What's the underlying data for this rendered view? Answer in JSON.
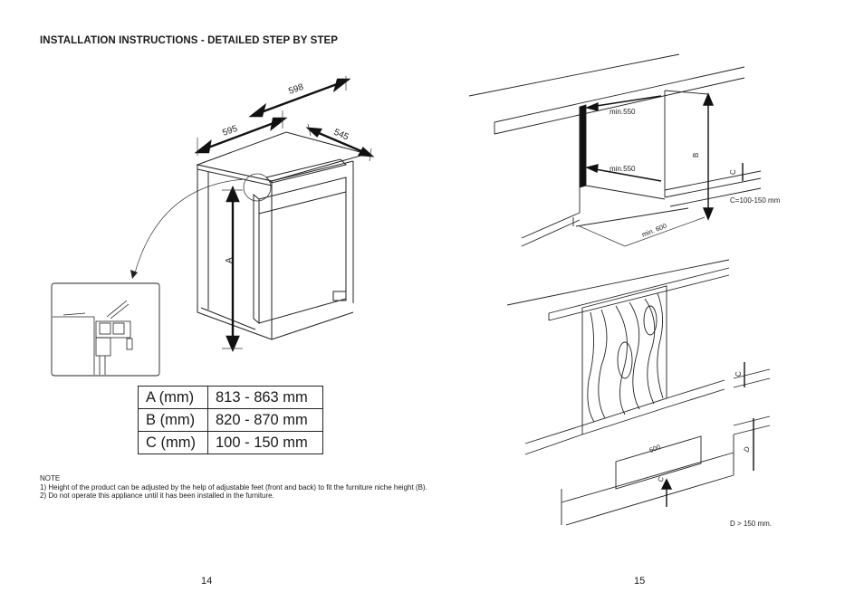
{
  "header": {
    "title": "INSTALLATION INSTRUCTIONS - DETAILED STEP BY STEP"
  },
  "left_figure": {
    "dim_width": "598",
    "dim_depth_top": "595",
    "dim_depth_side": "545",
    "dim_height": "A"
  },
  "table": {
    "rows": [
      {
        "label": "A (mm)",
        "value": "813 - 863 mm"
      },
      {
        "label": "B (mm)",
        "value": "820 - 870 mm"
      },
      {
        "label": "C (mm)",
        "value": "100 - 150 mm"
      }
    ]
  },
  "note": {
    "heading": "NOTE",
    "line1": "1) Height of the product can be adjusted by the help of adjustable feet (front and back) to fit the furniture niche height (B).",
    "line2": "2) Do not operate this appliance until it has been installed in the furniture."
  },
  "right_figure": {
    "min_top": "min.550",
    "min_mid": "min.550",
    "min_depth": "min. 600",
    "label_b": "B",
    "label_c1": "C",
    "c_range": "C=100-150 mm",
    "label_c2": "C",
    "label_600": "600",
    "label_c3": "C",
    "label_d": "D",
    "d_note": "D > 150 mm."
  },
  "pages": {
    "left": "14",
    "right": "15"
  }
}
